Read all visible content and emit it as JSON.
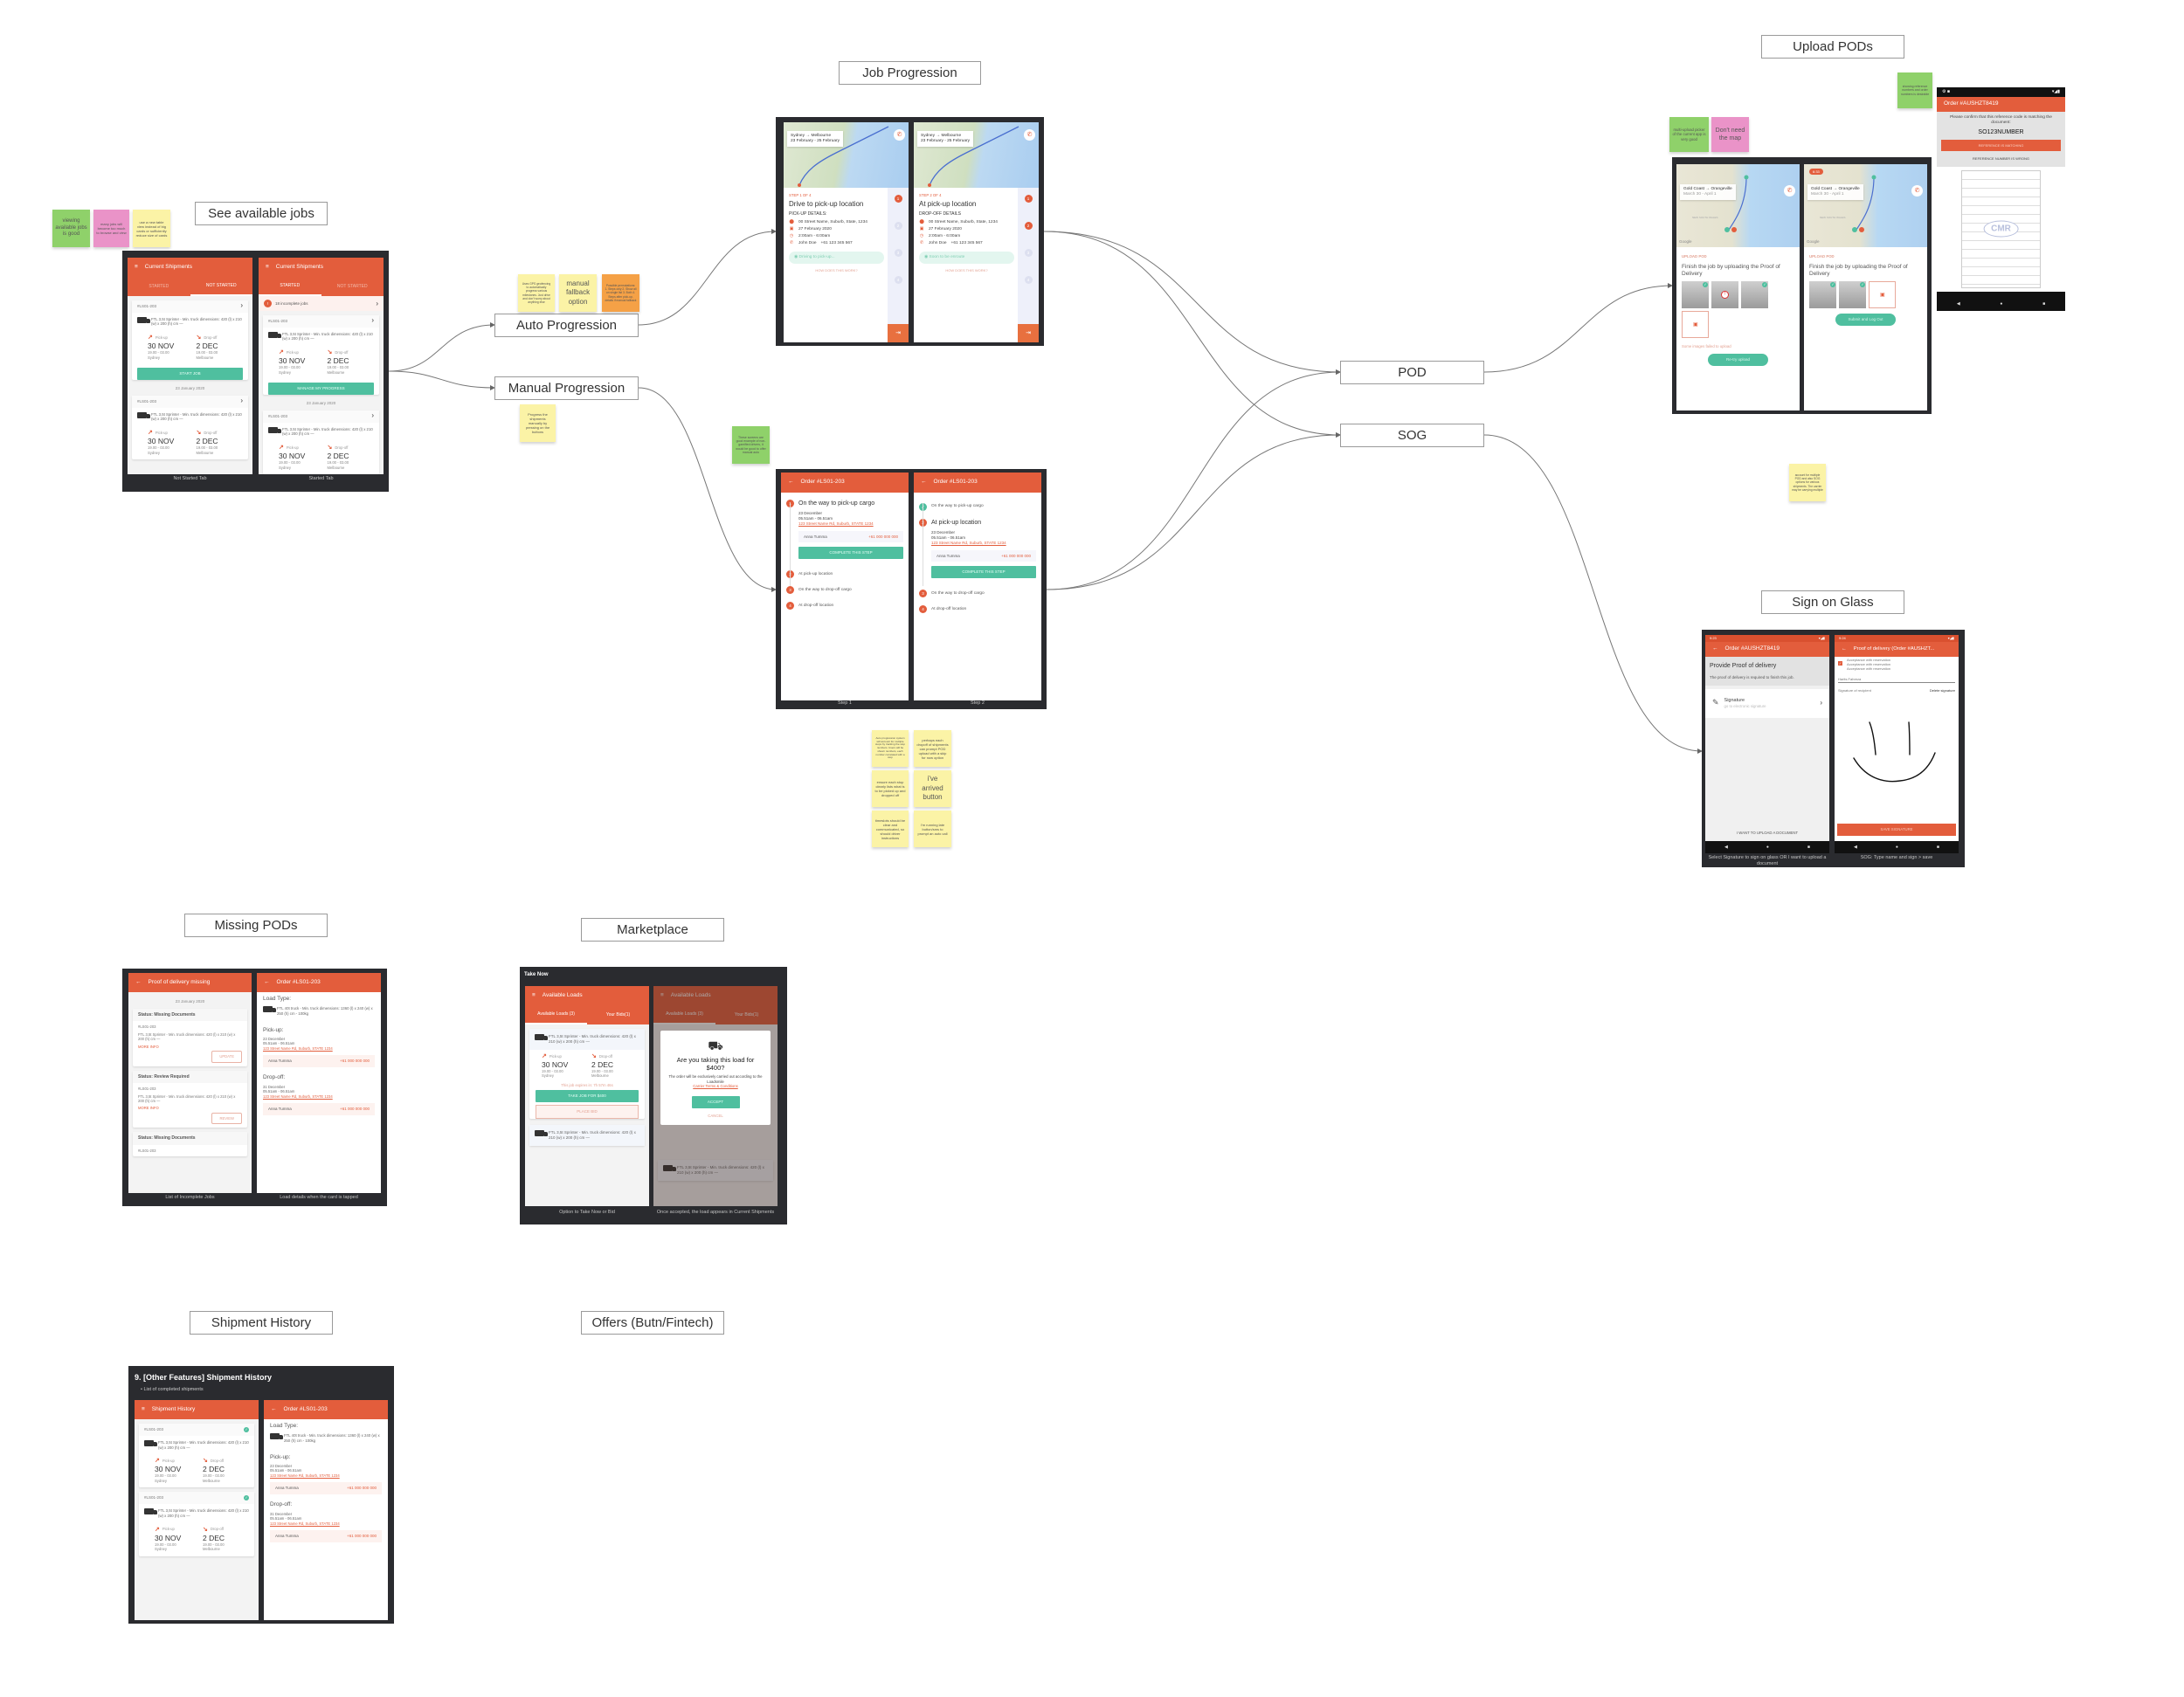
{
  "labels": {
    "see_jobs": "See available jobs",
    "job_progression": "Job Progression",
    "upload_pods": "Upload PODs",
    "auto": "Auto Progression",
    "manual": "Manual Progression",
    "pod": "POD",
    "sog": "SOG",
    "sign_on_glass": "Sign on Glass",
    "missing_pods": "Missing PODs",
    "marketplace": "Marketplace",
    "history": "Shipment History",
    "offers": "Offers (Butn/Fintech)"
  },
  "stickies": {
    "viewing_jobs": "viewing available jobs is good",
    "too_many_jobs": "many jobs will become too much to browse and view",
    "table_view": "use a new table view instead of big cards or sufficiently reduce size of cards",
    "gps": "Uses GPS geofencing to automatically progress various milestones. Just drive and don't worry about anything else",
    "fallback": "manual fallback option",
    "permutations": "Possible permutations: 1. Steps only 2. Show all on single list 3. Both 4. Steps after pick-up, details if manual fallback",
    "manual": "Progress the shipments manually by pressing on the buttons",
    "non_gamified": "These screens are good example of non-gamified drivers, it would be good to offer manual auto",
    "multi_stop": "Auto progression system will account for multiple stops by tracking the stop numbers. Users will be shown numbers, each number correlated with a stop",
    "pod_prompt": "perhaps each dropoff of shipments can prompt POD upload with a skip for now option",
    "stop_lists": "ensure each stop clearly lists what is to be picked up and dropped off",
    "arrived": "i've arrived button",
    "timeslots": "timeslots should be clear and communicated, so should driver instructions",
    "running_late": "I'm running late button/sms to prompt an auto call",
    "multi_upload": "multi-upload picker of the current app is very good",
    "no_map": "Don't need the map",
    "ref_numbers": "showing reference numbers and order numbers is desirable",
    "multiple_pod": "account for multiple POD and also SOG options for various shipments. The carrier may be carrying multiple"
  },
  "shipment": {
    "id": "#LS01-203",
    "load": "FTL 3,5t Sprinter - Min. truck dimensions: 420 (l) x 210 (w) x 200 (h) cm —",
    "pickup_label": "Pick-up",
    "dropoff_label": "Drop-off",
    "pickup_date": "30 NOV",
    "dropoff_date": "2 DEC",
    "time": "19.00 - 03.00",
    "pickup_city": "Sydney",
    "dropoff_city": "Melbourne"
  },
  "available": {
    "title": "Current Shipments",
    "tab_started": "STARTED",
    "tab_not_started": "NOT STARTED",
    "start_job": "START JOB",
    "manage": "MANAGE MY PROGRESS",
    "incomplete": "18 incomplete jobs",
    "incomplete_count": "!",
    "date": "23 January 2020",
    "cap1": "Not Started Tab",
    "cap2": "Started Tab"
  },
  "job_progression": {
    "route": "Sydney → Melbourne",
    "dates": "23 February - 25 February",
    "screens": [
      {
        "step": "STEP 1 OF 4",
        "title": "Drive to pick-up location",
        "details": "PICK-UP DETAILS:",
        "status": "Driving to pick-up..."
      },
      {
        "step": "STEP 2 OF 4",
        "title": "At pick-up location",
        "details": "DROP-OFF DETAILS",
        "status": "Soon to be enroute"
      }
    ],
    "address": "00 Street Name, Suburb, State, 1234",
    "date": "27 February 2020",
    "time": "2:00am - 6:00am",
    "contact": "John Doe",
    "phone": "+61 123 345 567",
    "help": "HOW DOES THIS WORK?",
    "steps": [
      "1",
      "2",
      "3",
      "4"
    ]
  },
  "manual_steps": {
    "order": "Order #LS01-203",
    "steps": [
      "On the way to pick-up cargo",
      "At pick-up location",
      "On the way to drop-off cargo",
      "At drop-off location"
    ],
    "numbers": [
      "1",
      "2",
      "3",
      "4"
    ],
    "date": "23 December",
    "time": "05.51am - 06.51am",
    "address": "123 Street Name Rd, Suburb, STATE 1234",
    "contact": "Anna Tumma",
    "phone": "+61 000 000 000",
    "complete": "COMPLETE THIS STEP",
    "cap1": "Step 1",
    "cap2": "Step 2"
  },
  "upload": {
    "route": "Gold Coast → Orangeville",
    "dates": "March 30 - April 1",
    "section": "UPLOAD POD",
    "title": "Finish the job by uploading the Proof of Delivery",
    "failed": "Some images failed to upload",
    "retry": "Re-try upload",
    "submit": "Submit and Log Out",
    "time_badge": "6:33",
    "map_credit": "Google",
    "region": "NEW SOUTH WALES"
  },
  "reference": {
    "order": "Order #AUSHZT8419",
    "prompt": "Please confirm that this reference code is matching the document:",
    "code": "SO123NUMBER",
    "match": "REFERENCE IS MATCHING",
    "wrong": "REFERENCE NUMBER IS WRONG",
    "doc_stamp": "CMR"
  },
  "sog": {
    "status_time1": "9:23",
    "status_time2": "9:24",
    "order": "Order #AUSHZT8419",
    "heading": "Provide Proof of delivery",
    "desc": "The proof of delivery is required to finish this job.",
    "sig_title": "Signature",
    "sig_sub": "go to electronic signature",
    "upload_doc": "I WANT TO UPLOAD A DOCUMENT",
    "pod_title": "Proof of delivery (Order #AUSHZT...",
    "acceptance": [
      "Acceptance with reservation",
      "Acceptance with reservation",
      "Acceptance with reservation"
    ],
    "name": "Harits Fahreza",
    "sig_label": "Signature of recipient",
    "delete": "Delete signature",
    "save": "SAVE SIGNATURE",
    "cap1": "Select Signature to sign on glass OR I want to upload a document",
    "cap2": "SOG: Type name and sign > save"
  },
  "missing": {
    "title": "Proof of delivery missing",
    "date": "23 January 2020",
    "cards": [
      {
        "status": "Status: Missing Documents",
        "action": "UPDATE"
      },
      {
        "status": "Status: Review Required",
        "action": "REVIEW"
      },
      {
        "status": "Status: Missing Documents"
      }
    ],
    "more": "MORE INFO",
    "cap1": "List of Incomplete Jobs",
    "cap2": "Load details when the card is tapped"
  },
  "order_detail": {
    "title": "Order #LS01-203",
    "load_type": "Load Type:",
    "load": "FTL 40t truck - Min. truck dimensions: 1360 (l) x 240 (w) x 250 (h) cm - 100kg",
    "pickup": "Pick-up:",
    "pickup_date": "23 December",
    "dropoff": "Drop-off:",
    "dropoff_date": "31 December",
    "time": "05.51am - 06.51am",
    "address": "123 Street Name Rd, Suburb, STATE 1234",
    "contact": "Anna Tumma",
    "phone": "+61 000 000 000"
  },
  "marketplace": {
    "take_now": "Take Now",
    "title": "Available Loads",
    "tab1": "Available Loads (3)",
    "tab2": "Your Bids(1)",
    "expires": "This job expires in: 7h 57m 46s",
    "take": "TAKE JOB FOR $400",
    "bid": "PLACE BID",
    "modal_title": "Are you taking this load for $400?",
    "modal_text": "The order will be exclusively carried out according to the Loadsmile",
    "terms": "Carrier Terms & Conditions",
    "accept": "ACCEPT",
    "cancel": "CANCEL",
    "cap1": "Option to Take Now or Bid",
    "cap2": "Once accepted, the load appears in Current Shipments"
  },
  "history": {
    "heading": "9. [Other Features] Shipment History",
    "bullet": "List of completed shipments",
    "title": "Shipment History"
  },
  "colors": {
    "accent": "#e35d3c",
    "teal": "#4fbf9f",
    "board": "#2a2b2f"
  }
}
